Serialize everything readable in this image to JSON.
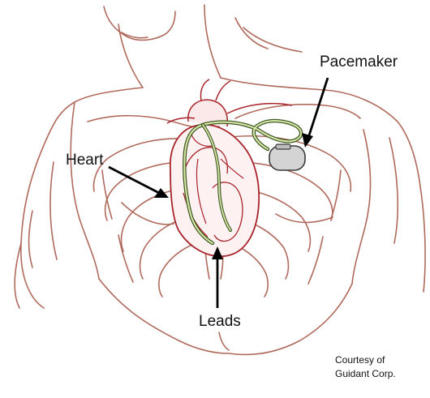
{
  "labels": {
    "pacemaker": "Pacemaker",
    "heart": "Heart",
    "leads": "Leads"
  },
  "credit": {
    "line1": "Courtesy of",
    "line2": "Guidant Corp."
  },
  "colors": {
    "body_outline": "#b06a5c",
    "heart_outline": "#a8242a",
    "lead_wire": "#3f5a26",
    "lead_wire_highlight": "#d9e8a8",
    "device_fill": "#d4d4d4",
    "arrow": "#000000"
  }
}
